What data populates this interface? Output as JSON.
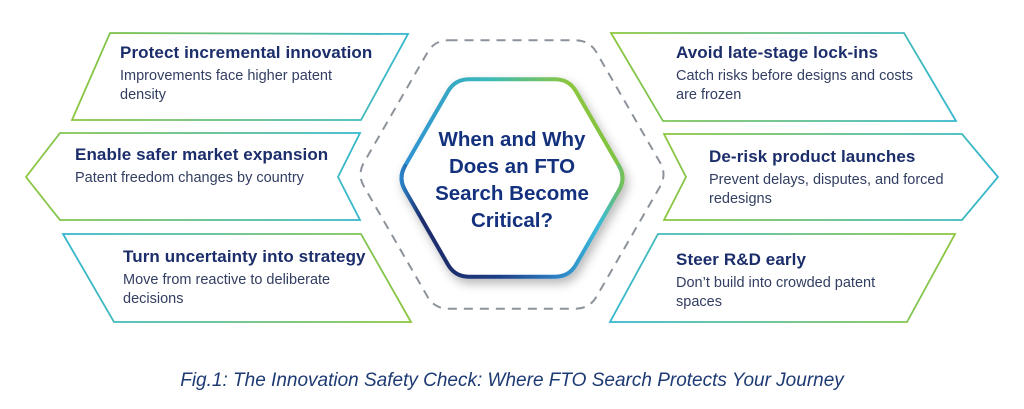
{
  "center_hexagon": {
    "title": "When and Why Does an FTO Search Become Critical?",
    "lines": [
      "When and Why",
      "Does an FTO",
      "Search Become",
      "Critical?"
    ]
  },
  "cards": [
    {
      "position": "top-left",
      "title": "Protect incremental innovation",
      "description": "Improvements face higher patent density",
      "lines": [
        "Improvements face higher patent",
        "density"
      ]
    },
    {
      "position": "middle-left",
      "title": "Enable safer market expansion",
      "description": "Patent freedom changes by country",
      "lines": [
        "Patent freedom changes by country"
      ]
    },
    {
      "position": "bottom-left",
      "title": "Turn uncertainty into strategy",
      "description": "Move from reactive to deliberate decisions",
      "lines": [
        "Move from reactive to deliberate",
        "decisions"
      ]
    },
    {
      "position": "top-right",
      "title": "Avoid late-stage lock-ins",
      "description": "Catch risks before designs and costs are frozen",
      "lines": [
        "Catch risks before designs and costs",
        "are frozen"
      ]
    },
    {
      "position": "middle-right",
      "title": "De-risk product launches",
      "description": "Prevent delays, disputes, and forced redesigns",
      "lines": [
        "Prevent delays, disputes, and forced",
        "redesigns"
      ]
    },
    {
      "position": "bottom-right",
      "title": "Steer R&D early",
      "description": "Don’t build into crowded patent spaces",
      "lines": [
        "Don’t build into crowded patent",
        "spaces"
      ]
    }
  ],
  "caption": "Fig.1: The Innovation Safety Check: Where FTO Search Protects Your Journey",
  "colors": {
    "accent_green": "#8CC63F",
    "accent_teal": "#35B7CE",
    "accent_blue": "#2E8FD6",
    "accent_navy": "#1B2F6E",
    "title_text": "#1B2D6B",
    "description_text": "#323E62",
    "center_text": "#14317E",
    "caption_text": "#1D3A73",
    "dashed_outline": "#8D939B"
  }
}
